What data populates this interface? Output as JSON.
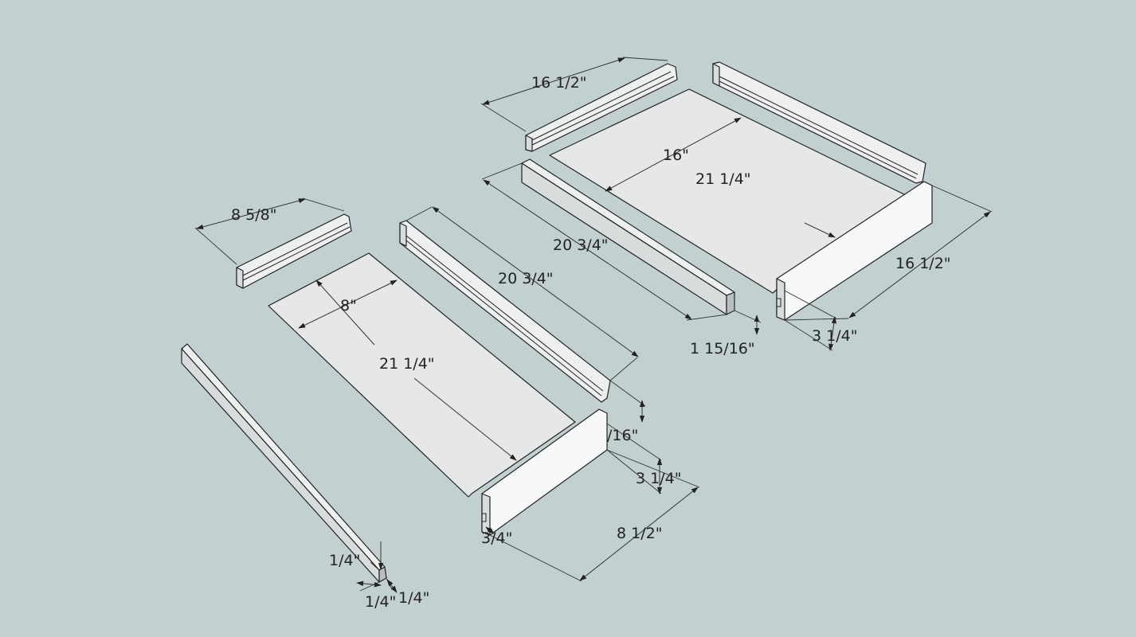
{
  "drawer_large": {
    "back_length": "16 1/2\"",
    "bottom_width": "16\"",
    "bottom_length": "21 1/4\"",
    "side_length": "20 3/4\"",
    "front_width": "16 1/2\"",
    "groove_height": "1 15/16\"",
    "front_height": "3 1/4\""
  },
  "drawer_small": {
    "back_length": "8 5/8\"",
    "bottom_width": "8\"",
    "bottom_length": "21 1/4\"",
    "side_length": "20 3/4\"",
    "groove_height": "/16\"",
    "front_height": "3 1/4\"",
    "front_width": "8 1/2\"",
    "front_thickness": "3/4\""
  },
  "side_rail": {
    "height": "1/4\"",
    "thickness_a": "1/4\"",
    "thickness_b": "1/4\""
  }
}
